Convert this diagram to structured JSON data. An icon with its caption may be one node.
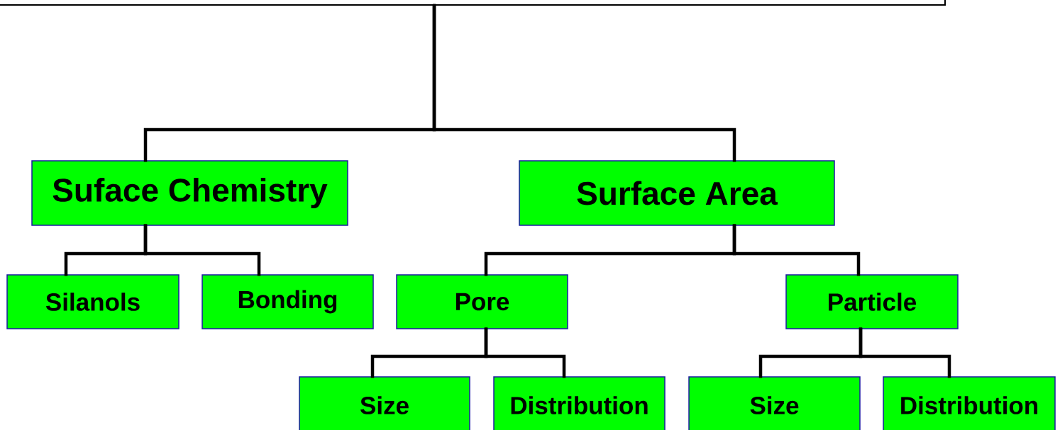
{
  "diagram": {
    "nodes": [
      {
        "text": [],
        "shape": "box"
      },
      {
        "text": [
          "Suface Chemistry"
        ]
      },
      {
        "text": [
          "Surface Area"
        ]
      },
      {
        "text": [
          "Silanols"
        ]
      },
      {
        "text": [
          "Bonding"
        ]
      },
      {
        "text": [
          "Pore"
        ]
      },
      {
        "text": [
          "Particle"
        ]
      },
      {
        "text": [
          "Size"
        ]
      },
      {
        "text": [
          "Distribution"
        ]
      },
      {
        "text": [
          "Size"
        ]
      },
      {
        "text": [
          "Distribution"
        ]
      }
    ],
    "edges": [
      {
        "from": 0,
        "to": 1,
        "arrow": "none"
      },
      {
        "from": 0,
        "to": 2,
        "arrow": "none"
      },
      {
        "from": 1,
        "to": 3,
        "arrow": "none"
      },
      {
        "from": 1,
        "to": 4,
        "arrow": "none"
      },
      {
        "from": 2,
        "to": 5,
        "arrow": "none"
      },
      {
        "from": 2,
        "to": 6,
        "arrow": "none"
      },
      {
        "from": 5,
        "to": 7,
        "arrow": "none"
      },
      {
        "from": 5,
        "to": 8,
        "arrow": "none"
      },
      {
        "from": 6,
        "to": 9,
        "arrow": "none"
      },
      {
        "from": 6,
        "to": 10,
        "arrow": "none"
      }
    ]
  }
}
